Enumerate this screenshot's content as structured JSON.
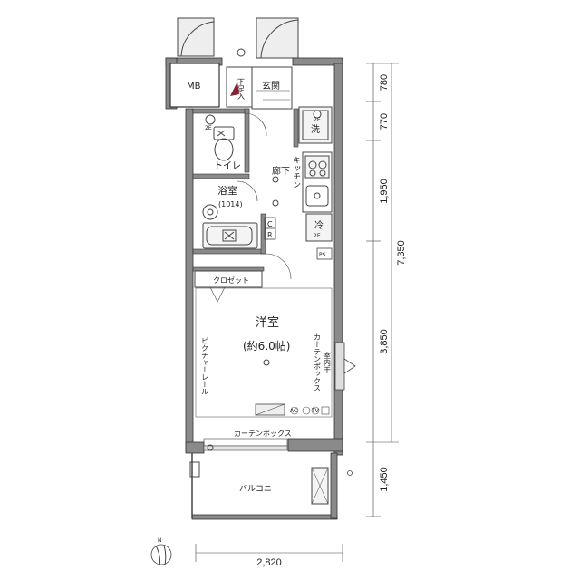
{
  "rooms": {
    "mb": "MB",
    "entrance": "玄関",
    "shoe_closet": "下足入",
    "toilet": "トイレ",
    "hallway": "廊下",
    "bathroom": "浴室",
    "bath_size": "(1014)",
    "kitchen": "キッチン",
    "washer": "洗",
    "fridge": "冷",
    "closet": "クロゼット",
    "western_room": "洋室",
    "western_room_size": "(約6.0帖)",
    "curtain_box_side": "カーテンボックス",
    "curtain_box_bottom": "カーテンボックス",
    "picture_rail": "ピクチャーレール",
    "hanger_pipe": "室内干",
    "balcony": "バルコニー"
  },
  "fixtures": {
    "cr": [
      "C",
      "R"
    ],
    "ps": "PS",
    "outlets": [
      "AC",
      "TV"
    ],
    "washer_code": "2E",
    "fridge_code": "2E",
    "toilet_code": "2E"
  },
  "dimensions": {
    "segments": [
      "780",
      "770",
      "1,950",
      "3,850",
      "1,450"
    ],
    "total": "7,350",
    "width": "2,820"
  },
  "compass": {
    "north": "N"
  },
  "colors": {
    "wall": "#8a8a8a",
    "line": "#444444",
    "fill_light": "#d9d9d9"
  }
}
